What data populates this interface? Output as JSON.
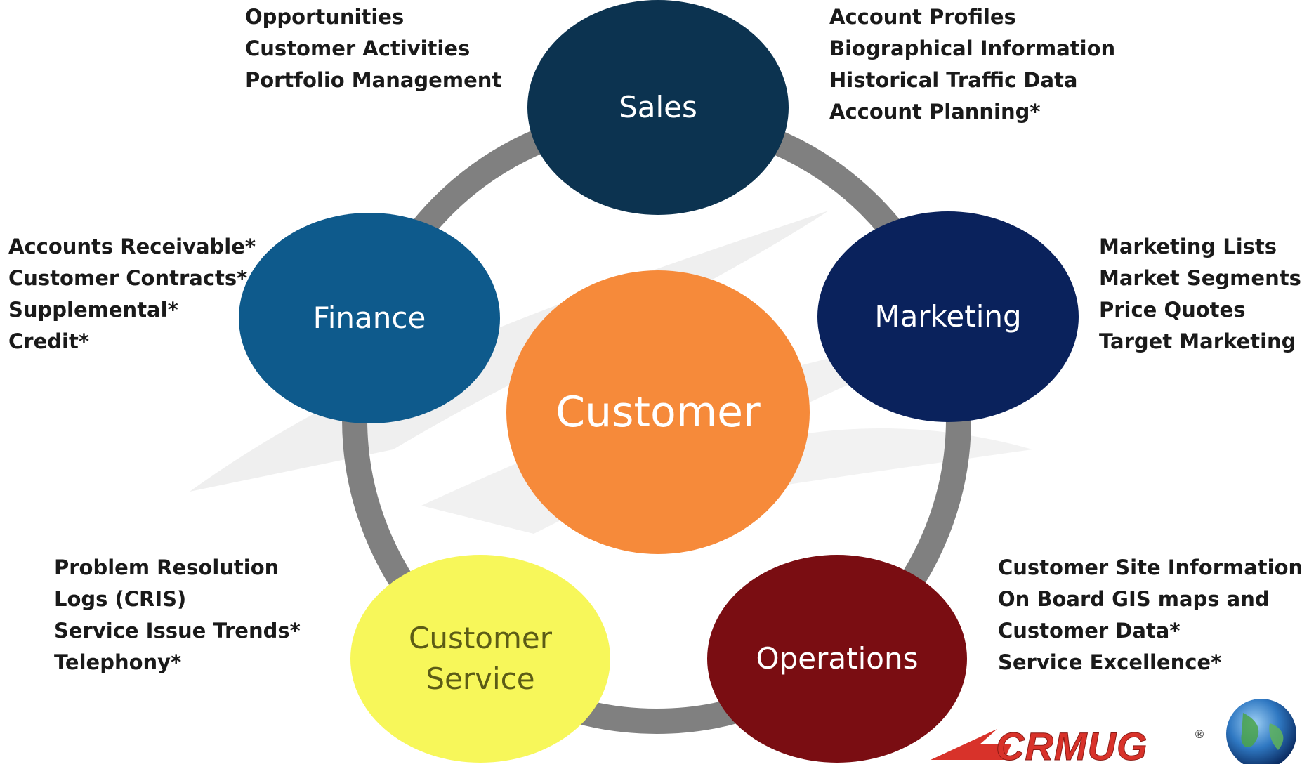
{
  "center": {
    "label": "Customer",
    "color": "#f68a3a"
  },
  "colors": {
    "ring": "#808080",
    "watermark": "#ececec"
  },
  "departments": [
    {
      "id": "sales",
      "label": "Sales",
      "color": "#0c3350",
      "text_color": "#ffffff",
      "items": [
        "Opportunities",
        "Customer Activities",
        "Portfolio Management"
      ],
      "items2": [
        "Account Profiles",
        "Biographical Information",
        "Historical Traffic Data",
        "Account Planning*"
      ]
    },
    {
      "id": "marketing",
      "label": "Marketing",
      "color": "#0a225c",
      "text_color": "#ffffff",
      "items": [
        "Marketing Lists",
        "Market Segments",
        "Price Quotes",
        "Target Marketing"
      ]
    },
    {
      "id": "operations",
      "label": "Operations",
      "color": "#7a0d12",
      "text_color": "#ffffff",
      "items": [
        "Customer Site Information",
        "On Board GIS maps and",
        "Customer Data*",
        "Service Excellence*"
      ]
    },
    {
      "id": "customer-service",
      "label_line1": "Customer",
      "label_line2": "Service",
      "color": "#f7f75a",
      "text_color": "#5c5c16",
      "items": [
        "Problem Resolution",
        "Logs (CRIS)",
        "Service Issue Trends*",
        "Telephony*"
      ]
    },
    {
      "id": "finance",
      "label": "Finance",
      "color": "#0e5a8c",
      "text_color": "#ffffff",
      "items": [
        "Accounts Receivable*",
        "Customer Contracts*",
        "Supplemental*",
        "Credit*"
      ]
    }
  ],
  "logo": {
    "text": "CRMUG",
    "registered": "®",
    "icon": "globe-icon",
    "accent": "#d8322a"
  }
}
